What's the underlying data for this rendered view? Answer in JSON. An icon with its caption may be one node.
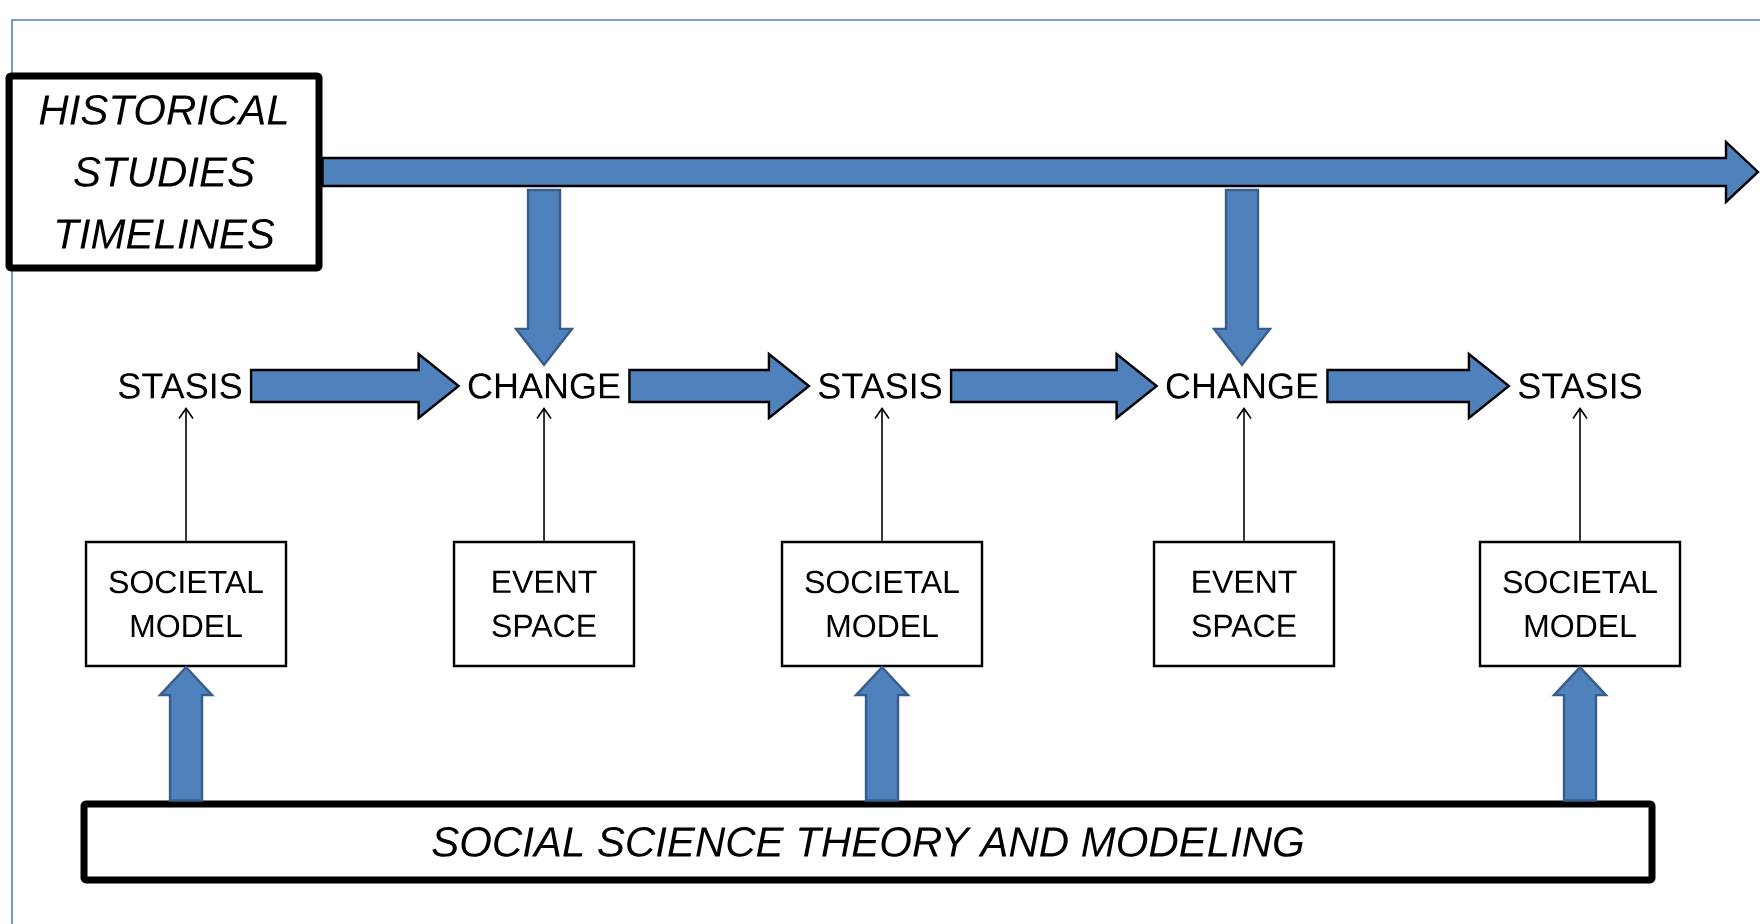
{
  "diagram": {
    "nodes": [
      {
        "text": [
          "HISTORICAL STUDIES TIMELINES"
        ]
      },
      {
        "text": [
          "STASIS"
        ]
      },
      {
        "text": [
          "CHANGE"
        ]
      },
      {
        "text": [
          "STASIS"
        ]
      },
      {
        "text": [
          "CHANGE"
        ]
      },
      {
        "text": [
          "STASIS"
        ]
      },
      {
        "text": [
          "SOCIETAL MODEL"
        ]
      },
      {
        "text": [
          "EVENT SPACE"
        ]
      },
      {
        "text": [
          "SOCIETAL MODEL"
        ]
      },
      {
        "text": [
          "EVENT SPACE"
        ]
      },
      {
        "text": [
          "SOCIETAL MODEL"
        ]
      },
      {
        "text": [
          "SOCIAL SCIENCE THEORY AND MODELING"
        ]
      }
    ],
    "edges": [
      {
        "from": 0,
        "to": null,
        "arrow": "to",
        "style": "thick"
      },
      {
        "from": null,
        "to": 2,
        "arrow": "to",
        "style": "thick"
      },
      {
        "from": null,
        "to": 4,
        "arrow": "to",
        "style": "thick"
      },
      {
        "from": 1,
        "to": 2,
        "arrow": "to",
        "style": "thick"
      },
      {
        "from": 2,
        "to": 3,
        "arrow": "to",
        "style": "thick"
      },
      {
        "from": 3,
        "to": 4,
        "arrow": "to",
        "style": "thick"
      },
      {
        "from": 4,
        "to": 5,
        "arrow": "to",
        "style": "thick"
      },
      {
        "from": 6,
        "to": 1,
        "arrow": "to",
        "color": "#000000"
      },
      {
        "from": 7,
        "to": 2,
        "arrow": "to",
        "color": "#000000"
      },
      {
        "from": 8,
        "to": 3,
        "arrow": "to",
        "color": "#000000"
      },
      {
        "from": 9,
        "to": 4,
        "arrow": "to",
        "color": "#000000"
      },
      {
        "from": 10,
        "to": 5,
        "arrow": "to",
        "color": "#000000"
      },
      {
        "from": 11,
        "to": 6,
        "arrow": "to",
        "style": "thick"
      },
      {
        "from": 11,
        "to": 8,
        "arrow": "to",
        "style": "thick"
      },
      {
        "from": 11,
        "to": 10,
        "arrow": "to",
        "style": "thick"
      }
    ]
  }
}
